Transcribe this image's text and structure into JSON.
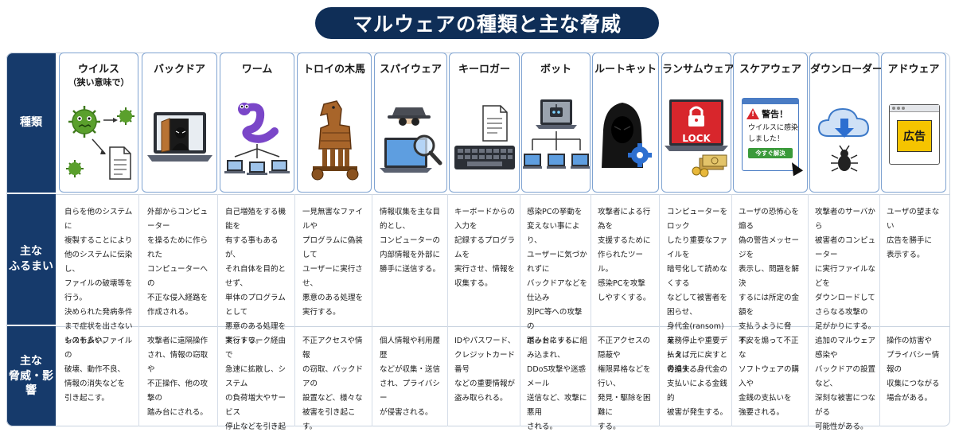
{
  "title": "マルウェアの種類と主な脅威",
  "row_headers": {
    "type": "種類",
    "behavior": "主な\nふるまい",
    "threat": "主な\n脅威・影響"
  },
  "columns": [
    {
      "id": "virus",
      "name": "ウイルス",
      "sub": "（狭い意味で）",
      "behavior": "自らを他のシステムに\n複製することにより\n他のシステムに伝染し、\nファイルの破壊等を\n行う。\n決められた発病条件\nまで症状を出さない\nものも多い。",
      "threat": "システムやファイルの\n破壊、動作不良、\n情報の消失などを\n引き起こす。"
    },
    {
      "id": "backdoor",
      "name": "バックドア",
      "behavior": "外部からコンピューター\nを操るために作られた\nコンピューターへの\n不正な侵入経路を\n作成される。",
      "threat": "攻撃者に遠隔操作\nされ、情報の窃取や\n不正操作、他の攻撃の\n踏み台にされる。"
    },
    {
      "id": "worm",
      "name": "ワーム",
      "behavior": "自己増殖をする機能を\n有する事もあるが、\nそれ自体を目的とせず、\n単体のプログラムとして\n悪意のある処理を\n実行する。",
      "threat": "ネットワーク経由で\n急速に拡散し、システム\nの負荷増大やサービス\n停止などを引き起こす。"
    },
    {
      "id": "trojan",
      "name": "トロイの木馬",
      "behavior": "一見無害なファイルや\nプログラムに偽装して\nユーザーに実行させ、\n悪意のある処理を\n実行する。",
      "threat": "不正アクセスや情報\nの窃取、バックドアの\n設置など、様々な\n被害を引き起こす。"
    },
    {
      "id": "spyware",
      "name": "スパイウェア",
      "behavior": "情報収集を主な目的とし、\nコンピューターの\n内部情報を外部に\n勝手に送信する。",
      "threat": "個人情報や利用履歴\nなどが収集・送信\nされ、プライバシー\nが侵害される。"
    },
    {
      "id": "keylogger",
      "name": "キーロガー",
      "behavior": "キーボードからの入力を\n記録するプログラムを\n実行させ、情報を\n収集する。",
      "threat": "IDやパスワード、\nクレジットカード番号\nなどの重要情報が\n盗み取られる。"
    },
    {
      "id": "bot",
      "name": "ボット",
      "behavior": "感染PCの挙動を\n変えない事により、\nユーザーに気づかれずに\nバックドアなどを仕込み\n別PC等への攻撃の\n踏み台にする。",
      "threat": "ボットネットに組み込まれ、\nDDoS攻撃や迷惑メール\n送信など、攻撃に悪用\nされる。"
    },
    {
      "id": "rootkit",
      "name": "ルートキット",
      "behavior": "攻撃者による行為を\n支援するために\n作られたツール。\n感染PCを攻撃\nしやすくする。",
      "threat": "不正アクセスの隠蔽や\n権限昇格などを行い、\n発見・駆除を困難に\nする。"
    },
    {
      "id": "ransomware",
      "name": "ランサムウェア",
      "lock_label": "LOCK",
      "behavior": "コンピューターをロック\nしたり重要なファイルを\n暗号化して読めなくする\nなどして被害者を困らせ、\n身代金(ransom)を\n払えば元に戻すと\n脅迫する。",
      "threat": "業務停止や重要データ\nの損失、身代金の\n支払いによる金銭的\n被害が発生する。"
    },
    {
      "id": "scareware",
      "name": "スケアウェア",
      "alert_title": "警告！",
      "alert_body": "ウイルスに感染\nしました！",
      "alert_button": "今すぐ解決",
      "behavior": "ユーザの恐怖心を煽る\n偽の警告メッセージを\n表示し、問題を解決\nするには所定の金額を\n支払うように脅す。",
      "threat": "不安を煽って不正な\nソフトウェアの購入や\n金銭の支払いを\n強要される。"
    },
    {
      "id": "downloader",
      "name": "ダウンローダー",
      "behavior": "攻撃者のサーバから\n被害者のコンピューター\nに実行ファイルなどを\nダウンロードして\nさらなる攻撃の\n足がかりにする。",
      "threat": "追加のマルウェア感染や\nバックドアの設置など、\n深刻な被害につながる\n可能性がある。"
    },
    {
      "id": "adware",
      "name": "アドウェア",
      "ad_label": "広告",
      "behavior": "ユーザの望まない\n広告を勝手に\n表示する。",
      "threat": "操作の妨害や\nプライバシー情報の\n収集につながる\n場合がある。"
    }
  ],
  "colors": {
    "navy": "#0f2e57",
    "header_blue": "#163a6b",
    "card_border": "#7fa3d1",
    "virus_green": "#5aa02c",
    "worm_purple": "#7a46c8",
    "lock_red": "#d8262c",
    "adware_yellow": "#f5c400"
  }
}
